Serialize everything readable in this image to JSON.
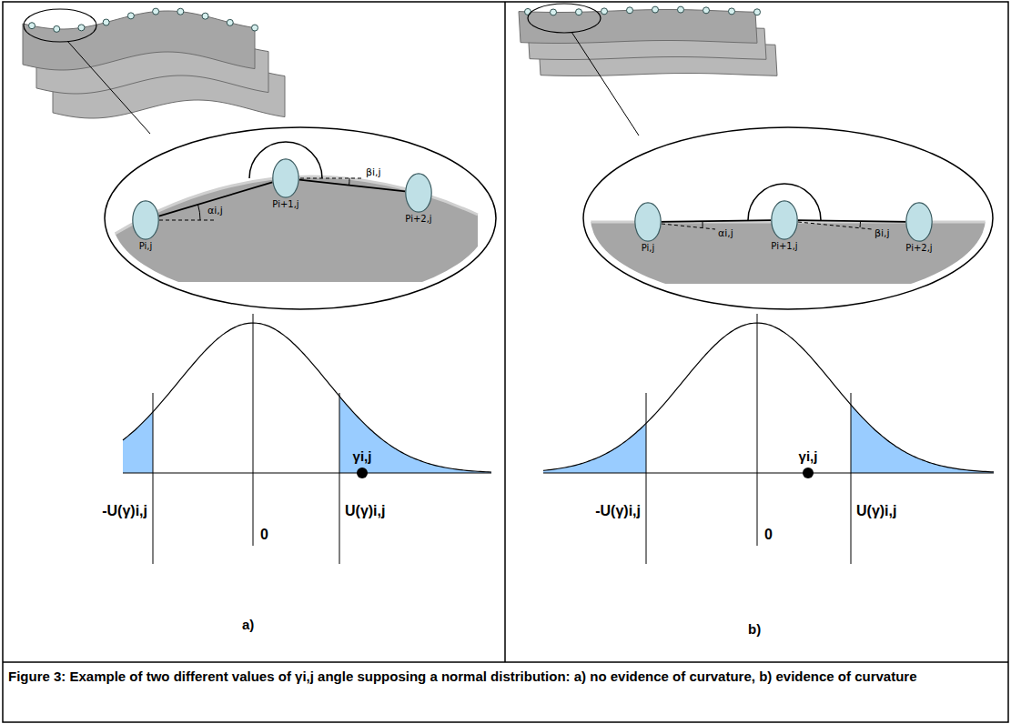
{
  "diagram": {
    "caption": "Figure 3: Example of two different values of γi,j angle supposing a normal distribution: a) no evidence of curvature, b) evidence of curvature",
    "nodes": [
      {
        "text": [
          "Pi,j"
        ]
      },
      {
        "text": [
          "Pi+1,j"
        ]
      },
      {
        "text": [
          "Pi+2,j"
        ]
      },
      {
        "text": [
          "Pi,j"
        ]
      },
      {
        "text": [
          "Pi+1,j"
        ]
      },
      {
        "text": [
          "Pi+2,j"
        ]
      }
    ],
    "edges": [
      {
        "from": 0,
        "to": 1,
        "arrow": "none"
      },
      {
        "from": 1,
        "to": 2,
        "arrow": "none"
      },
      {
        "from": 3,
        "to": 4,
        "arrow": "none"
      },
      {
        "from": 4,
        "to": 5,
        "arrow": "none"
      }
    ],
    "labels": [
      "αi,j",
      "βi,j",
      "-U(γ)i,j",
      "0",
      "γi,j",
      "U(γ)i,j",
      "a)",
      "αi,j",
      "βi,j",
      "-U(γ)i,j",
      "0",
      "γi,j",
      "U(γ)i,j",
      "b)"
    ]
  }
}
